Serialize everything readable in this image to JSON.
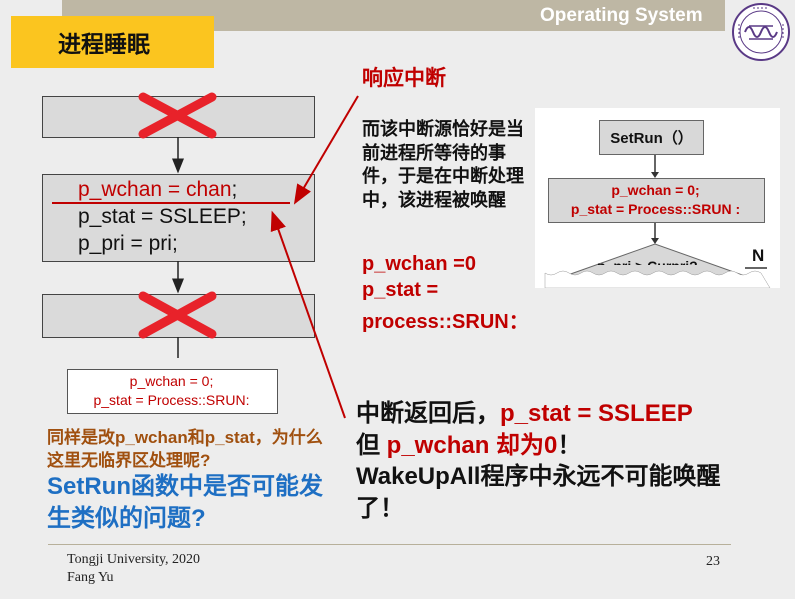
{
  "header": {
    "course_title": "Operating System",
    "slide_title": "进程睡眠"
  },
  "flowchart": {
    "code_wchan_prefix": "p_wchan = chan",
    "code_wchan_suffix": ";",
    "code_stat": "p_stat = SSLEEP;",
    "code_pri": "p_pri = pri;",
    "small_code_line1": "p_wchan = 0;",
    "small_code_line2": "p_stat = Process::SRUN:"
  },
  "setrun_panel": {
    "title": "SetRun（）",
    "code_line1": "p_wchan = 0;",
    "code_line2": "p_stat = Process::SRUN :",
    "branch_label": "N",
    "condition_partial": "p_pri > Curpri?"
  },
  "interrupt": {
    "title": "响应中断",
    "description": "而该中断源恰好是当前进程所等待的事件，于是在中断处理中，该进程被唤醒",
    "code_line1": "p_wchan =0",
    "code_line2": "p_stat =",
    "code_line3": "process::SRUN："
  },
  "conclusion": {
    "part1": "中断返回后，",
    "part2": "p_stat = SSLEEP",
    "part3": "但",
    "part4": "p_wchan 却为0",
    "part5": "！",
    "part6": "WakeUpAll程序中永远不可能唤醒了！"
  },
  "questions": {
    "question_1": "同样是改p_wchan和p_stat，为什么这里无临界区处理呢?",
    "question_2": "SetRun函数中是否可能发生类似的问题?"
  },
  "footer": {
    "university": "Tongji University,  2020",
    "author": "Fang Yu",
    "page_number": "23"
  },
  "colors": {
    "accent_red": "#c00000",
    "title_yellow": "#fbc51f",
    "question_blue": "#1e6fc3",
    "question_brown": "#a0500f"
  },
  "icons": {
    "logo": "tongji-university-seal",
    "crossed_boxes": "red-x-mark"
  }
}
